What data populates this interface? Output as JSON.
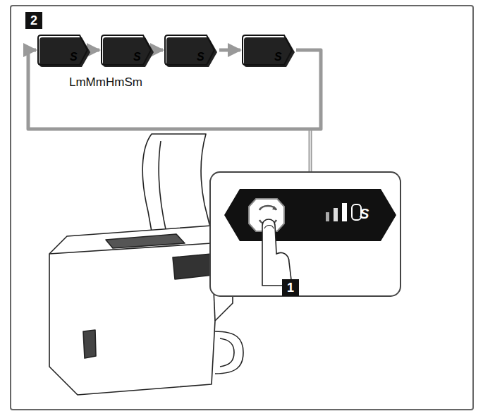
{
  "diagram": {
    "nodes": [
      {
        "text": [
          "S"
        ]
      },
      {
        "text": [
          "S"
        ]
      },
      {
        "text": [
          "S"
        ]
      },
      {
        "text": [
          "S"
        ]
      }
    ],
    "edges": [
      {
        "from": 0,
        "to": 1,
        "arrow": "to"
      },
      {
        "from": 1,
        "to": 2,
        "arrow": "to"
      },
      {
        "from": 2,
        "to": 3,
        "arrow": "to"
      },
      {
        "from": 3,
        "to": 0,
        "arrow": "to"
      }
    ],
    "labels": [
      "2",
      "LmMmHmSm",
      "S",
      "1"
    ]
  }
}
